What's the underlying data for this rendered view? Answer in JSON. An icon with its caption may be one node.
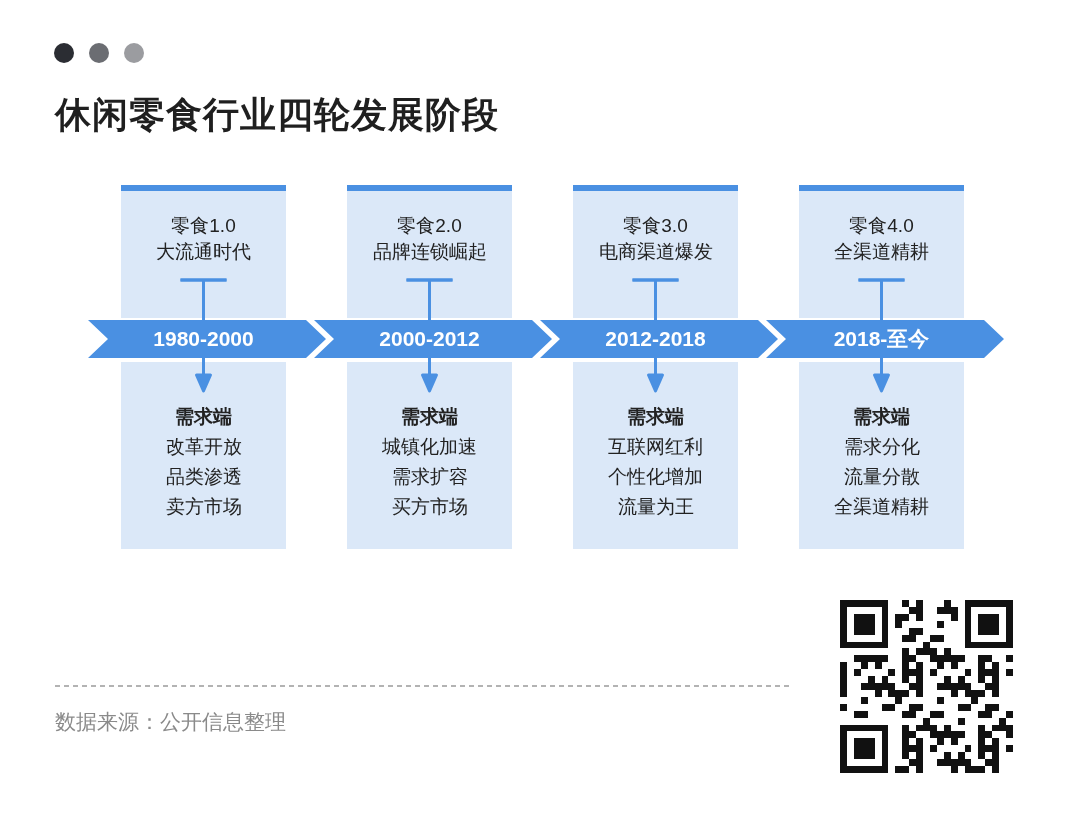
{
  "diagram": {
    "title": "休闲零食行业四轮发展阶段",
    "caption": "数据来源：公开信息整理",
    "nodes": [
      {
        "text": [
          "零食1.0",
          "大流通时代"
        ]
      },
      {
        "text": [
          "零食2.0",
          "品牌连锁崛起"
        ]
      },
      {
        "text": [
          "零食3.0",
          "电商渠道爆发"
        ]
      },
      {
        "text": [
          "零食4.0",
          "全渠道精耕"
        ]
      },
      {
        "text": [
          "1980-2000"
        ]
      },
      {
        "text": [
          "2000-2012"
        ]
      },
      {
        "text": [
          "2012-2018"
        ]
      },
      {
        "text": [
          "2018-至今"
        ]
      },
      {
        "text": [
          "需求端",
          "改革开放",
          "品类渗透",
          "卖方市场"
        ]
      },
      {
        "text": [
          "需求端",
          "城镇化加速",
          "需求扩容",
          "买方市场"
        ]
      },
      {
        "text": [
          "需求端",
          "互联网红利",
          "个性化增加",
          "流量为王"
        ]
      },
      {
        "text": [
          "需求端",
          "需求分化",
          "流量分散",
          "全渠道精耕"
        ]
      }
    ],
    "edges": [
      {
        "from": 0,
        "to": 4,
        "arrow": "other"
      },
      {
        "from": 1,
        "to": 5,
        "arrow": "other"
      },
      {
        "from": 2,
        "to": 6,
        "arrow": "other"
      },
      {
        "from": 3,
        "to": 7,
        "arrow": "other"
      },
      {
        "from": 4,
        "to": 5,
        "arrow": "to"
      },
      {
        "from": 5,
        "to": 6,
        "arrow": "to"
      },
      {
        "from": 6,
        "to": 7,
        "arrow": "to"
      },
      {
        "from": 7,
        "to": null,
        "arrow": "to"
      },
      {
        "from": 4,
        "to": 8,
        "arrow": "to"
      },
      {
        "from": 5,
        "to": 9,
        "arrow": "to"
      },
      {
        "from": 6,
        "to": 10,
        "arrow": "to"
      },
      {
        "from": 7,
        "to": 11,
        "arrow": "to"
      }
    ]
  }
}
